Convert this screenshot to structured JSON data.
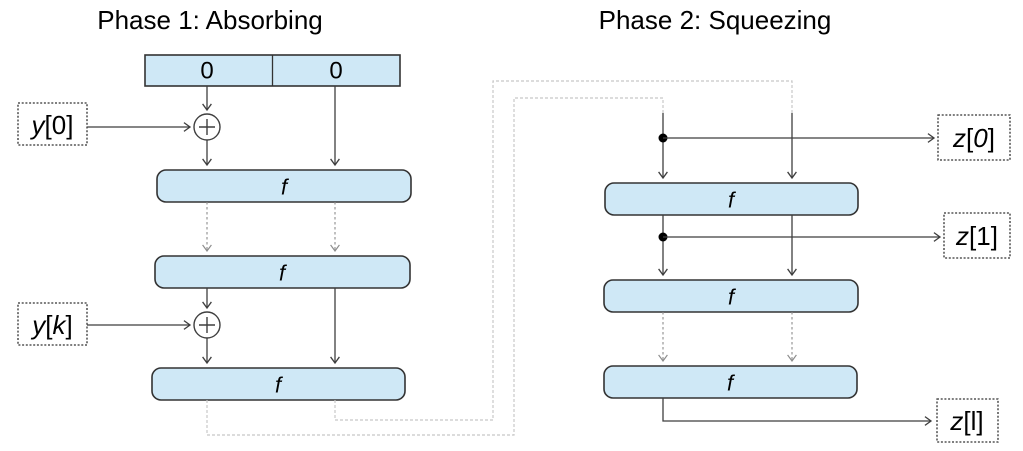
{
  "titles": {
    "phase1": "Phase 1: Absorbing",
    "phase2": "Phase 2: Squeezing"
  },
  "state": {
    "cells": [
      "0",
      "0"
    ]
  },
  "f_label": "f",
  "io": {
    "y0": {
      "var": "y",
      "open": "[",
      "idx": "0",
      "close": "]",
      "idx_style": "normal"
    },
    "yk": {
      "var": "y",
      "open": "[",
      "idx": "k",
      "close": "]",
      "idx_style": "italic"
    },
    "z0": {
      "var": "z",
      "open": "[",
      "idx": "0",
      "close": "]",
      "idx_style": "italic"
    },
    "z1": {
      "var": "z",
      "open": "[",
      "idx": "1",
      "close": "]",
      "idx_style": "normal"
    },
    "zl": {
      "var": "z",
      "open": "[",
      "idx": "l",
      "close": "]",
      "idx_style": "normal"
    }
  },
  "colors": {
    "background": "#ffffff",
    "box_fill": "#cfe8f6",
    "box_stroke": "#333333",
    "io_box_stroke": "#333333",
    "arrow": "#3f3f3f",
    "dashed_arrow": "#8c8c8c",
    "feedback": "#c8c8c8",
    "junction_dot": "#000000",
    "text": "#000000"
  }
}
